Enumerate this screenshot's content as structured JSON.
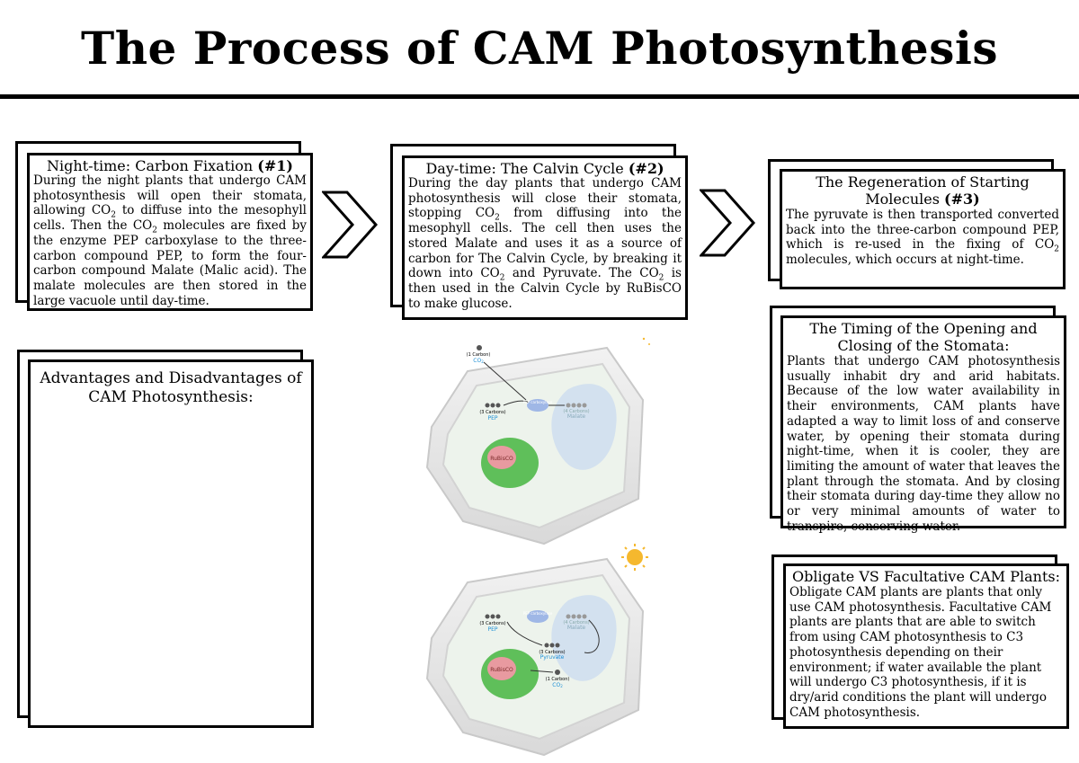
{
  "page": {
    "title": "The Process of CAM Photosynthesis"
  },
  "night": {
    "heading": "Night-time: Carbon Fixation ",
    "number": "(#1)",
    "t1": "During the night plants that undergo CAM photosynthesis will open their stomata, allowing CO",
    "sub1": "2",
    "t2": " to diffuse into the mesophyll cells. Then the CO",
    "sub2": "2",
    "t3": " molecules are fixed by the enzyme PEP carboxylase to the three-carbon compound PEP, to form the four-carbon compound Malate (Malic acid). The malate molecules are then stored in the large vacuole until day-time."
  },
  "day": {
    "heading": "Day-time: The Calvin Cycle ",
    "number": "(#2)",
    "t1": "During the day plants that undergo CAM photosynthesis will close their stomata, stopping CO",
    "sub1": "2",
    "t2": " from diffusing into the mesophyll cells. The cell then uses the stored Malate and uses it as a source of carbon for The Calvin Cycle, by breaking it down into CO",
    "sub2": "2",
    "t3": " and Pyruvate. The CO",
    "sub3": "2",
    "t4": " is then used in the Calvin Cycle by RuBisCO to make glucose."
  },
  "regen": {
    "heading": "The Regeneration of Starting Molecules ",
    "number": "(#3)",
    "t1": "The pyruvate is then transported converted back into the three-carbon compound PEP, which is re-used in the fixing of CO",
    "sub1": "2",
    "t2": " molecules, which occurs at night-time."
  },
  "timing": {
    "heading": "The Timing of the Opening and Closing of the Stomata:",
    "body": "Plants that undergo CAM photosynthesis usually inhabit dry and arid habitats. Because of the low water availability in their environments, CAM plants have adapted a way to limit loss of and conserve water, by opening their stomata during night-time, when it is cooler, they are limiting the amount of water that leaves the plant through the stomata. And by closing their stomata during day-time they allow no or very minimal amounts of water to transpire, conserving water."
  },
  "obligate": {
    "heading": "Obligate VS Facultative CAM Plants:",
    "body": "Obligate CAM plants are plants that only use CAM photosynthesis. Facultative CAM plants are plants that are able to switch from using CAM photosynthesis to C3 photosynthesis depending on their environment; if water available the plant will undergo C3 photosynthesis, if it is dry/arid conditions the plant will undergo CAM photosynthesis."
  },
  "advantages": {
    "heading": "Advantages and Disadvantages of CAM Photosynthesis:"
  },
  "diagram_night": {
    "co2_carbon": "(1 Carbon)",
    "co2": "CO",
    "co2_sub": "2",
    "pep_carbon": "(3 Carbons)",
    "pep": "PEP",
    "enzyme": "PEP carboxylase",
    "malate_carbon": "(4 Carbons)",
    "malate": "Malate",
    "rubisco": "RuBisCO"
  },
  "diagram_day": {
    "pep_carbon": "(3 Carbons)",
    "pep": "PEP",
    "enzyme": "PEP carboxylase",
    "malate_carbon": "(4 Carbons)",
    "malate": "Malate",
    "pyruvate_carbon": "(3 Carbons)",
    "pyruvate": "Pyruvate",
    "co2_carbon": "(1 Carbon)",
    "co2": "CO",
    "co2_sub": "2",
    "rubisco": "RuBisCO"
  },
  "colors": {
    "vacuole": "#cfdff0",
    "chloroplast": "#5fbf5a",
    "rubisco": "#e89aa0",
    "pep_label": "#1e90d6"
  }
}
